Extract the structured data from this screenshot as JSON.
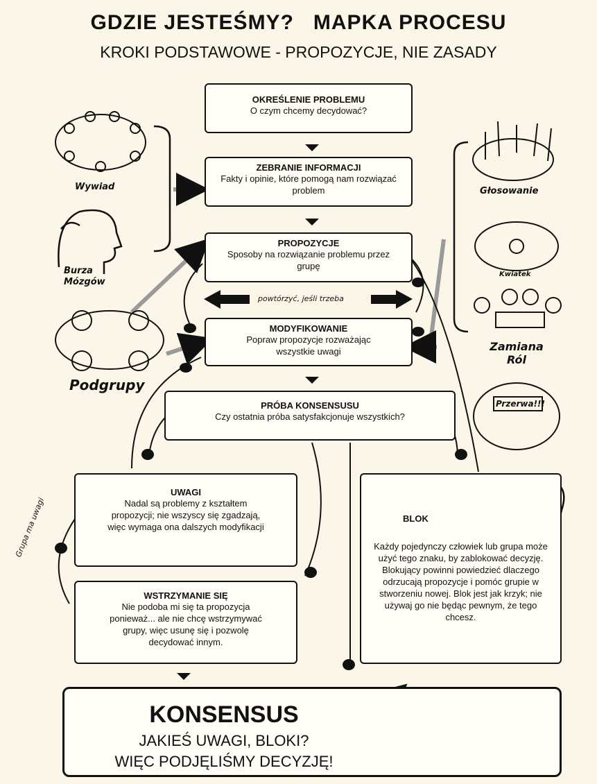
{
  "header": {
    "title": "GDZIE JESTEŚMY?   MAPKA PROCESU",
    "subtitle": "KROKI PODSTAWOWE - PROPOZYCJE, NIE ZASADY"
  },
  "steps": {
    "problem": {
      "title": "OKREŚLENIE PROBLEMU",
      "desc": "O czym chcemy decydować?"
    },
    "info": {
      "title": "ZEBRANIE INFORMACJI",
      "desc": "Fakty i opinie, które pomogą nam rozwiązać problem"
    },
    "proposals": {
      "title": "PROPOZYCJE",
      "desc": "Sposoby na rozwiązanie problemu przez grupę"
    },
    "repeat_note": "powtórzyć, jeśli trzeba",
    "modify": {
      "title": "MODYFIKOWANIE",
      "desc": "Popraw propozycje rozważając wszystkie uwagi"
    },
    "attempt": {
      "title": "PRÓBA KONSENSUSU",
      "desc": "Czy ostatnia próba satysfakcjonuje wszystkich?"
    },
    "remarks": {
      "title": "UWAGI",
      "desc": "Nadal są problemy z kształtem propozycji; nie wszyscy się zgadzają, więc wymaga ona dalszych modyfikacji"
    },
    "abstain": {
      "title": "WSTRZYMANIE SIĘ",
      "desc": "Nie podoba mi się ta propozycja ponieważ... ale nie chcę wstrzymywać grupy, więc usunę się i pozwolę decydować innym."
    },
    "block": {
      "title": "BLOK",
      "desc": "Każdy pojedynczy człowiek lub grupa może użyć tego znaku, by zablokować decyzję. Blokujący powinni powiedzieć dlaczego odrzucają propozycje i pomóc grupie w stworzeniu nowej. Blok jest jak krzyk; nie używaj go nie będąc pewnym, że tego chcesz."
    },
    "group_remarks": "Grupa ma uwagi"
  },
  "consensus": {
    "title": "KONSENSUS",
    "line1": "JAKIEŚ UWAGI, BLOKI?",
    "line2": "WIĘC PODJĘLIŚMY DECYZJĘ!"
  },
  "side_labels": {
    "wywiad": "Wywiad",
    "burza": "Burza Mózgów",
    "podgrupy": "Podgrupy",
    "glosowanie": "Głosowanie",
    "kwiatek": "Kwiatek",
    "zamiana": "Zamiana Ról",
    "przerwa": "Przerwa!!!"
  },
  "colors": {
    "background": "#fbf6e8",
    "ink": "#111111",
    "grey_arrow": "#9a9a9a"
  }
}
